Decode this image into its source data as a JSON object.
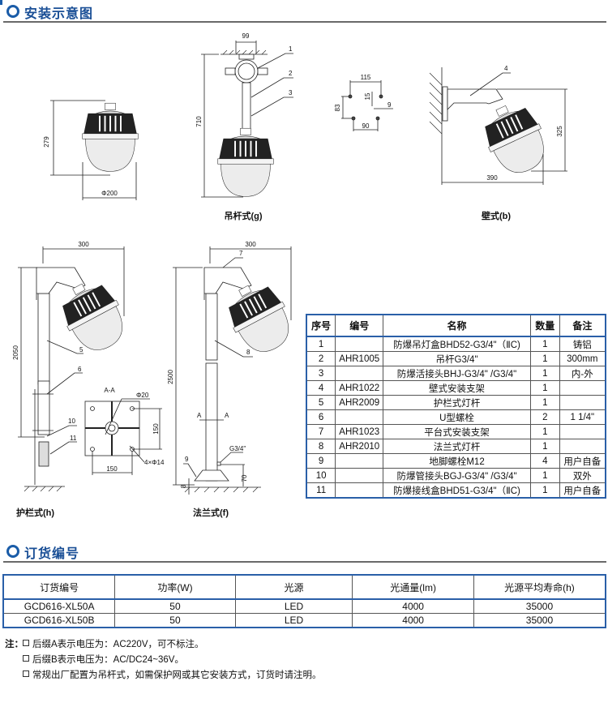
{
  "sections": {
    "install": "安装示意图",
    "order": "订货编号"
  },
  "drawings": {
    "pendant_basic": {
      "height": "279",
      "diameter": "Φ200"
    },
    "pendant": {
      "caption": "吊杆式(g)",
      "width": "99",
      "height": "710",
      "callouts": [
        "1",
        "2",
        "3"
      ]
    },
    "holes": {
      "w_top": "115",
      "h_left": "83",
      "off": "15",
      "hole": "9",
      "w_bottom": "90"
    },
    "wall": {
      "caption": "壁式(b)",
      "callout": "4",
      "height": "325",
      "width": "390"
    },
    "guardrail": {
      "caption": "护栏式(h)",
      "width": "300",
      "height": "2050",
      "callouts": [
        "5",
        "6",
        "10",
        "11"
      ]
    },
    "section": {
      "title": "A-A",
      "center_hole": "Φ20",
      "spacing_v": "150",
      "spacing_h": "150",
      "holes": "4×Φ14"
    },
    "flange": {
      "caption": "法兰式(f)",
      "width": "300",
      "height": "2500",
      "callouts": [
        "7",
        "8",
        "9"
      ],
      "thread": "G3/4\"",
      "base": "8",
      "outlet_height": "70",
      "section_mark": "A"
    }
  },
  "parts_table": {
    "headers": [
      "序号",
      "编号",
      "名称",
      "数量",
      "备注"
    ],
    "rows": [
      [
        "1",
        "",
        "防爆吊灯盒BHD52-G3/4\"（ⅡC)",
        "1",
        "铸铝"
      ],
      [
        "2",
        "AHR1005",
        "吊杆G3/4\"",
        "1",
        "300mm"
      ],
      [
        "3",
        "",
        "防爆活接头BHJ-G3/4\" /G3/4\"",
        "1",
        "内-外"
      ],
      [
        "4",
        "AHR1022",
        "壁式安装支架",
        "1",
        ""
      ],
      [
        "5",
        "AHR2009",
        "护栏式灯杆",
        "1",
        ""
      ],
      [
        "6",
        "",
        "U型螺栓",
        "2",
        "1 1/4\""
      ],
      [
        "7",
        "AHR1023",
        "平台式安装支架",
        "1",
        ""
      ],
      [
        "8",
        "AHR2010",
        "法兰式灯杆",
        "1",
        ""
      ],
      [
        "9",
        "",
        "地脚螺栓M12",
        "4",
        "用户自备"
      ],
      [
        "10",
        "",
        "防爆管接头BGJ-G3/4\" /G3/4\"",
        "1",
        "双外"
      ],
      [
        "11",
        "",
        "防爆接线盒BHD51-G3/4\"（ⅡC)",
        "1",
        "用户自备"
      ]
    ]
  },
  "order_table": {
    "headers": [
      "订货编号",
      "功率(W)",
      "光源",
      "光通量(lm)",
      "光源平均寿命(h)"
    ],
    "rows": [
      [
        "GCD616-XL50A",
        "50",
        "LED",
        "4000",
        "35000"
      ],
      [
        "GCD616-XL50B",
        "50",
        "LED",
        "4000",
        "35000"
      ]
    ]
  },
  "notes": {
    "label": "注：",
    "items": [
      "后缀A表示电压为：AC220V，可不标注。",
      "后缀B表示电压为：AC/DC24~36V。",
      "常规出厂配置为吊杆式，如需保护网或其它安装方式，订货时请注明。"
    ]
  },
  "colors": {
    "accent": "#1a5ca8",
    "table_border": "#2a5fa8"
  }
}
